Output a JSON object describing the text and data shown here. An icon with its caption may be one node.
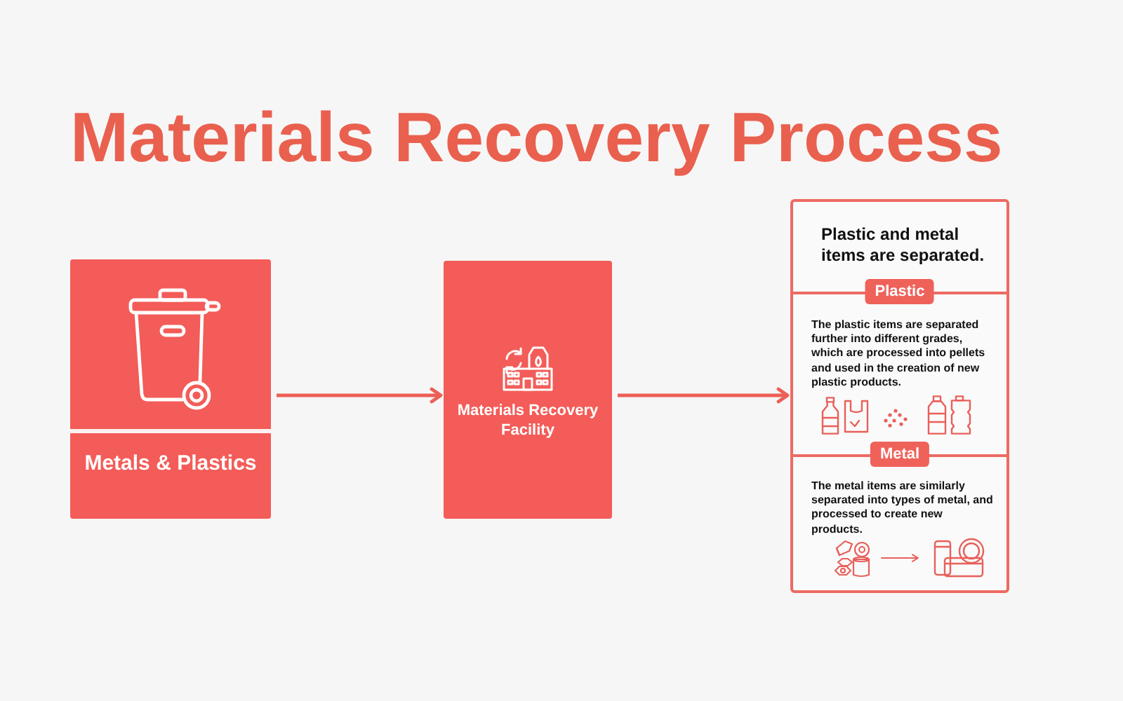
{
  "diagram": {
    "title": "Materials Recovery Process",
    "nodes": [
      {
        "text": [
          "Metals & Plastics"
        ]
      },
      {
        "text": [
          "Materials Recovery Facility"
        ]
      },
      {
        "text": [
          "Plastic and metal items are separated."
        ]
      },
      {
        "text": [
          "Plastic",
          "The plastic items are separated further into different grades, which are processed into pellets and used in the creation of new plastic products."
        ],
        "in": 2
      },
      {
        "text": [
          "Metal",
          "The metal items are similarly separated into types of metal, and processed to create new products."
        ],
        "in": 2
      }
    ],
    "edges": [
      {
        "from": 0,
        "to": 1,
        "arrow": "to"
      },
      {
        "from": 1,
        "to": 2,
        "arrow": "to"
      }
    ]
  }
}
